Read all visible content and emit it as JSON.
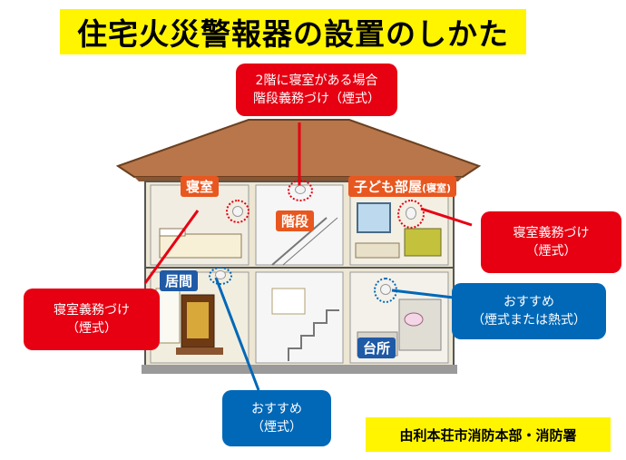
{
  "title": "住宅火災警報器の設置のしかた",
  "callouts": {
    "stairs": {
      "line1": "2階に寝室がある場合",
      "line2": "階段義務づけ（煙式）"
    },
    "child_room": {
      "line1": "寝室義務づけ",
      "line2": "（煙式）"
    },
    "bedroom": {
      "line1": "寝室義務づけ",
      "line2": "（煙式）"
    },
    "kitchen": {
      "line1": "おすすめ",
      "line2": "（煙式または熱式）"
    },
    "living": {
      "line1": "おすすめ",
      "line2": "（煙式）"
    }
  },
  "rooms": {
    "bedroom": "寝室",
    "stairs": "階段",
    "child_room": "子ども部屋",
    "child_room_note": "(寝室)",
    "living": "居間",
    "kitchen": "台所"
  },
  "footer": "由利本荘市消防本部・消防署",
  "colors": {
    "required": "#e60012",
    "recommended": "#0068b7",
    "highlight": "#fff500",
    "room_tag": "#e8571f"
  }
}
